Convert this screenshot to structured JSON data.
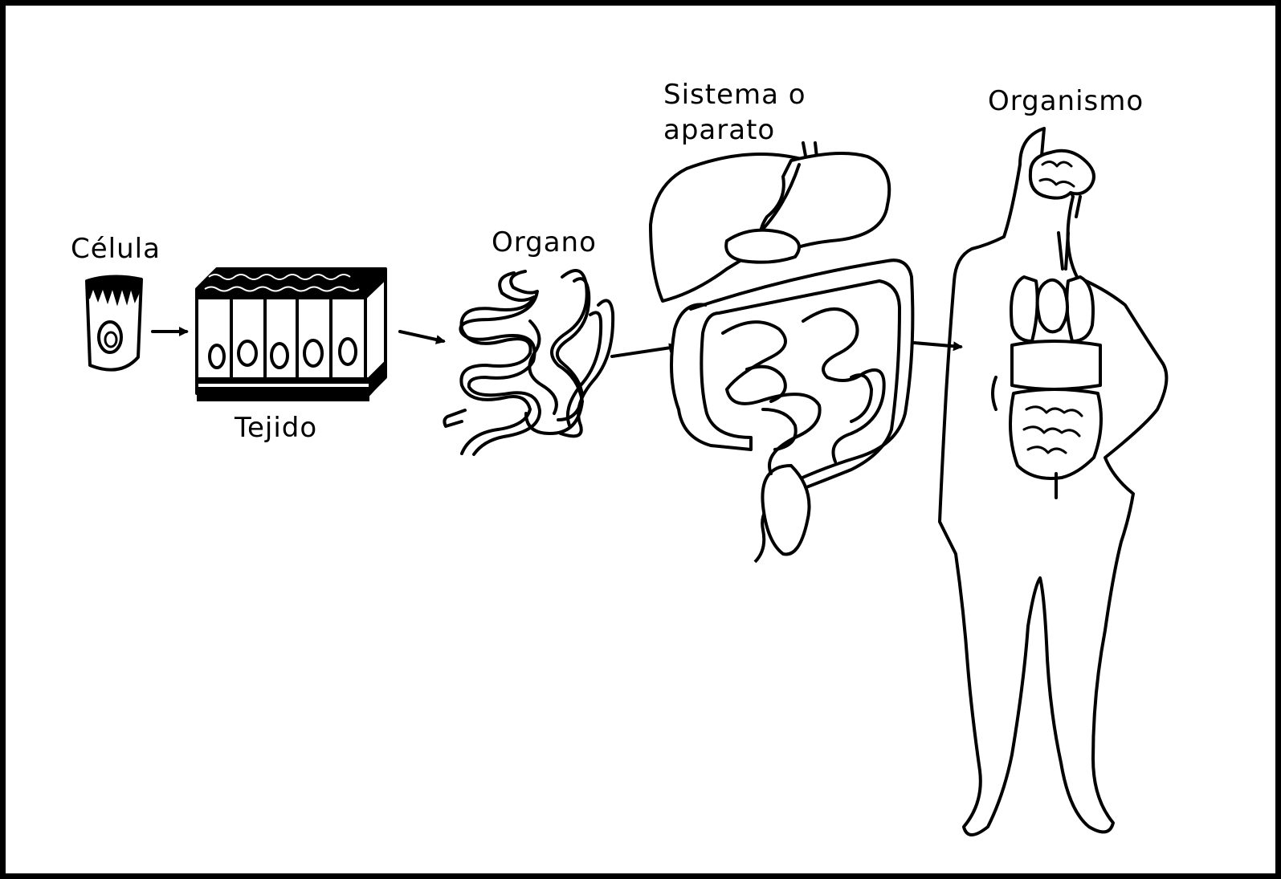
{
  "labels": {
    "cell": "Célula",
    "tissue": "Tejido",
    "organ": "Organo",
    "system_line1": "Sistema o",
    "system_line2": "aparato",
    "organism": "Organismo"
  },
  "colors": {
    "ink": "#000000",
    "paper": "#ffffff"
  }
}
